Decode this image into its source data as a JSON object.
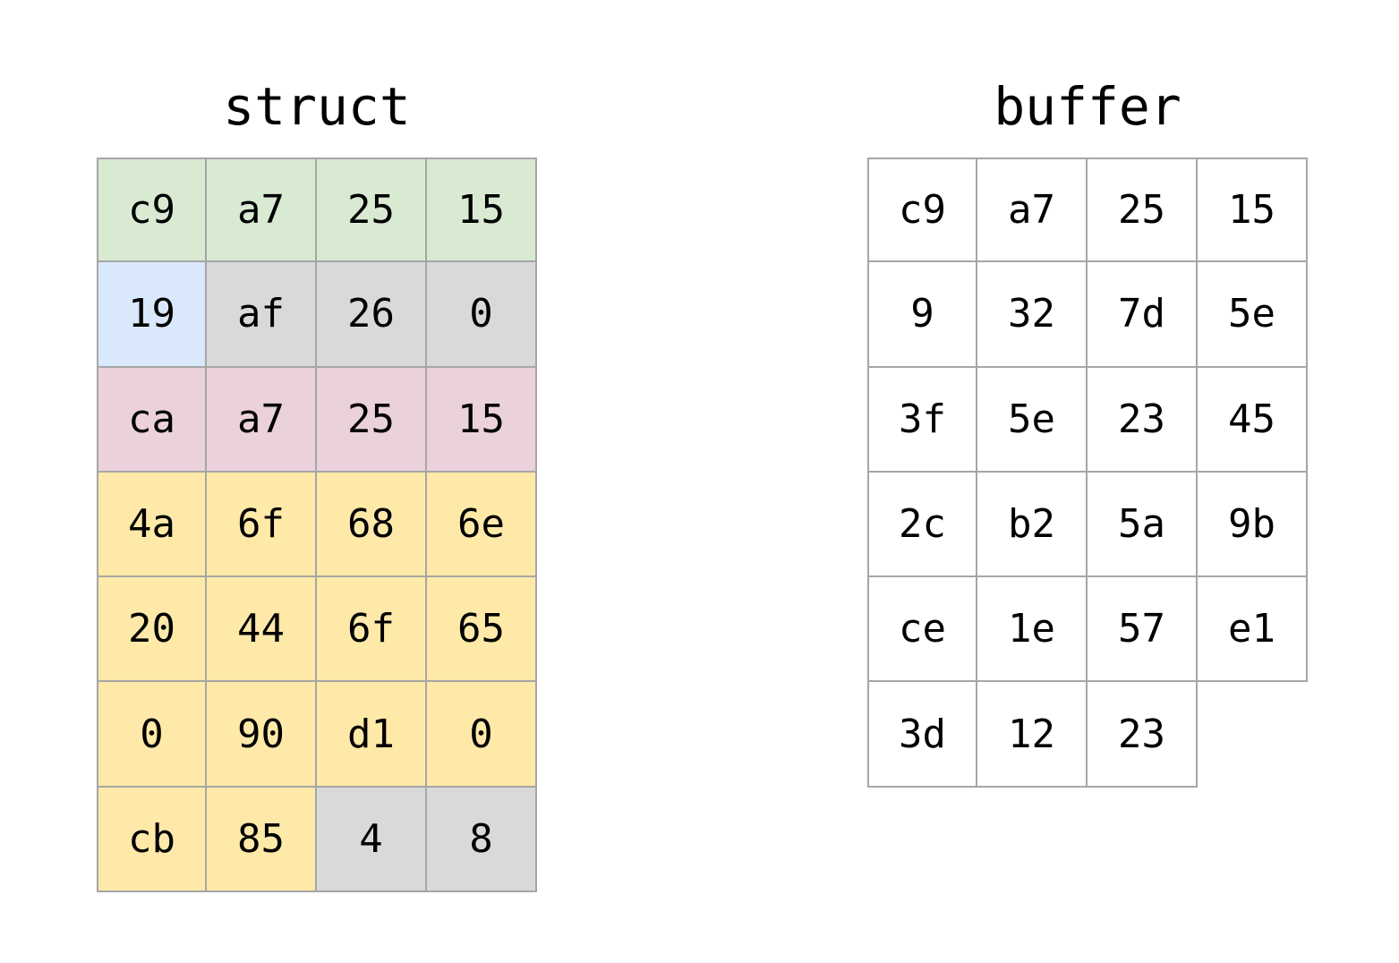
{
  "struct": {
    "title": "struct",
    "colors": {
      "green": "#d9ead3",
      "blue": "#dae8fc",
      "gray": "#d9d9d9",
      "pink": "#ead1dc",
      "yellow": "#ffe9a8"
    },
    "rows": [
      [
        {
          "v": "c9",
          "c": "green"
        },
        {
          "v": "a7",
          "c": "green"
        },
        {
          "v": "25",
          "c": "green"
        },
        {
          "v": "15",
          "c": "green"
        }
      ],
      [
        {
          "v": "19",
          "c": "blue"
        },
        {
          "v": "af",
          "c": "gray"
        },
        {
          "v": "26",
          "c": "gray"
        },
        {
          "v": "0",
          "c": "gray"
        }
      ],
      [
        {
          "v": "ca",
          "c": "pink"
        },
        {
          "v": "a7",
          "c": "pink"
        },
        {
          "v": "25",
          "c": "pink"
        },
        {
          "v": "15",
          "c": "pink"
        }
      ],
      [
        {
          "v": "4a",
          "c": "yellow"
        },
        {
          "v": "6f",
          "c": "yellow"
        },
        {
          "v": "68",
          "c": "yellow"
        },
        {
          "v": "6e",
          "c": "yellow"
        }
      ],
      [
        {
          "v": "20",
          "c": "yellow"
        },
        {
          "v": "44",
          "c": "yellow"
        },
        {
          "v": "6f",
          "c": "yellow"
        },
        {
          "v": "65",
          "c": "yellow"
        }
      ],
      [
        {
          "v": "0",
          "c": "yellow"
        },
        {
          "v": "90",
          "c": "yellow"
        },
        {
          "v": "d1",
          "c": "yellow"
        },
        {
          "v": "0",
          "c": "yellow"
        }
      ],
      [
        {
          "v": "cb",
          "c": "yellow"
        },
        {
          "v": "85",
          "c": "yellow"
        },
        {
          "v": "4",
          "c": "gray"
        },
        {
          "v": "8",
          "c": "gray"
        }
      ]
    ]
  },
  "buffer": {
    "title": "buffer",
    "rows": [
      [
        "c9",
        "a7",
        "25",
        "15"
      ],
      [
        "9",
        "32",
        "7d",
        "5e"
      ],
      [
        "3f",
        "5e",
        "23",
        "45"
      ],
      [
        "2c",
        "b2",
        "5a",
        "9b"
      ],
      [
        "ce",
        "1e",
        "57",
        "e1"
      ],
      [
        "3d",
        "12",
        "23"
      ]
    ]
  }
}
